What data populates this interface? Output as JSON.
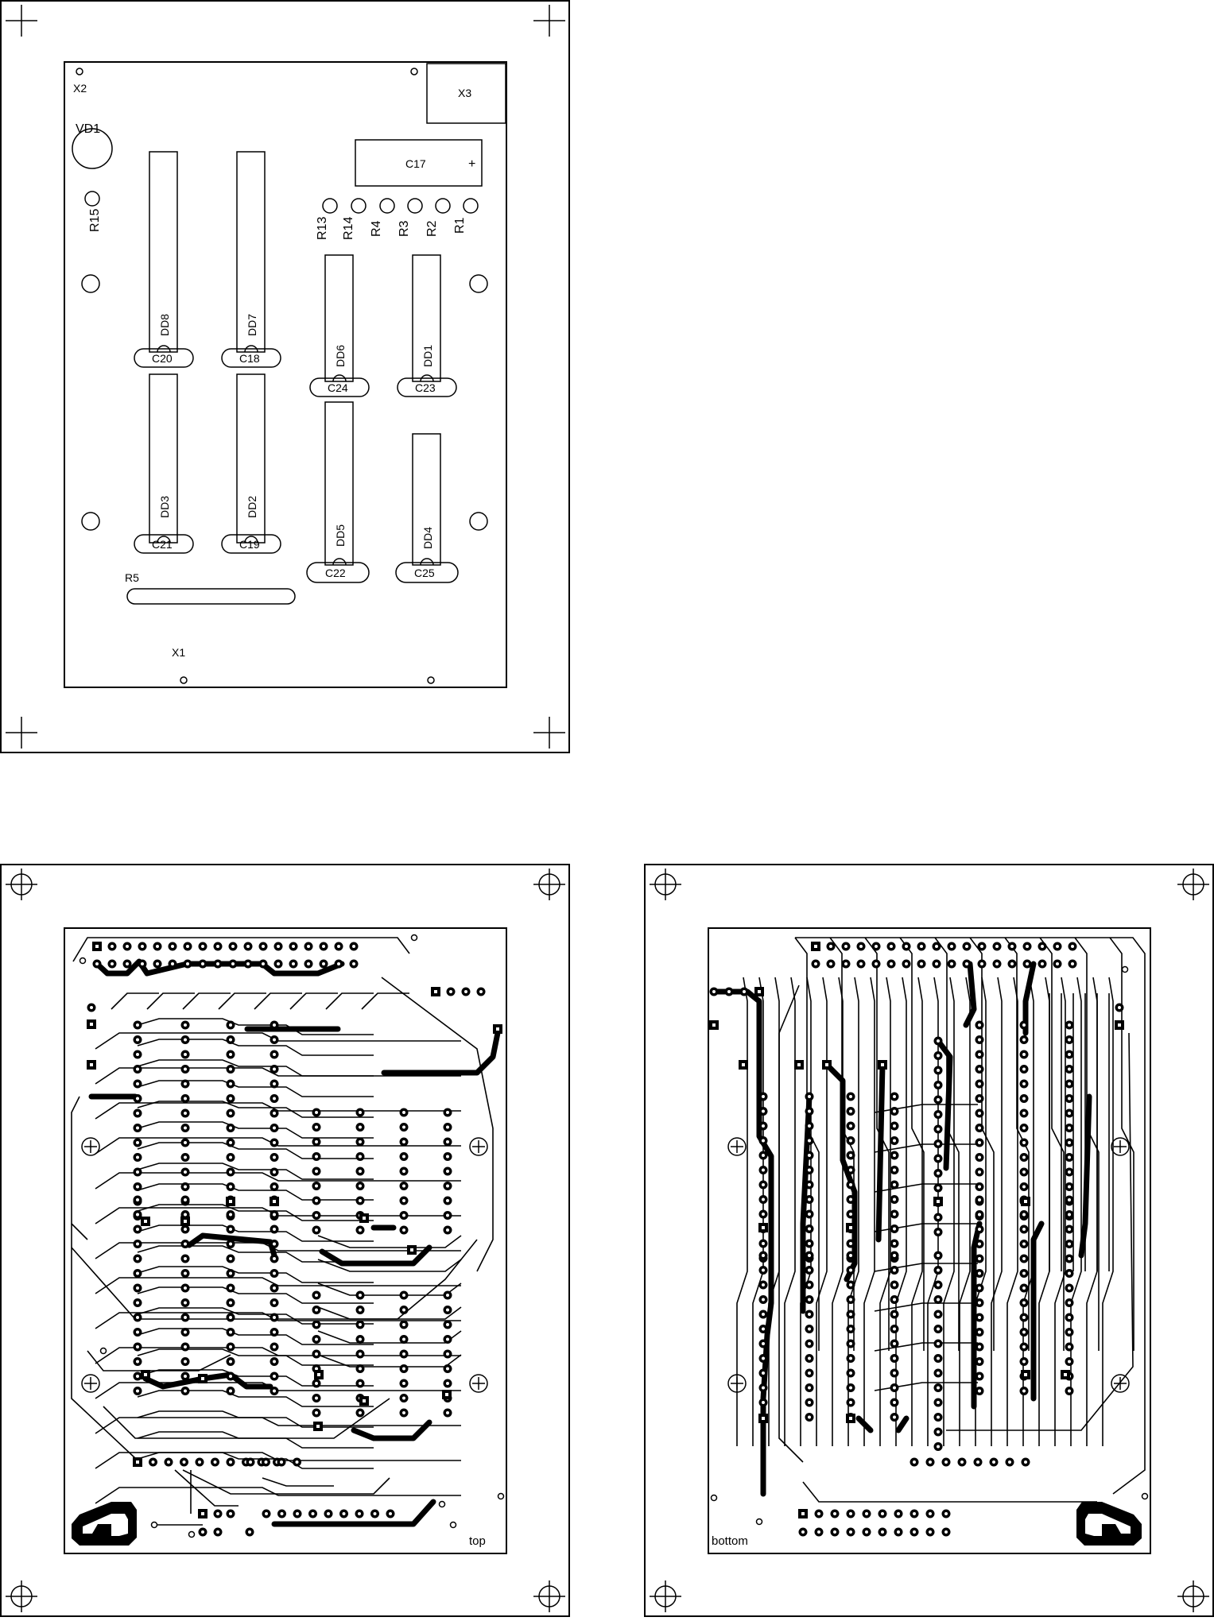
{
  "assembly": {
    "labels": {
      "X2": "X2",
      "X3": "X3",
      "VD1": "VD1",
      "R15": "R15",
      "C17": "C17",
      "C17_pol": "+",
      "R13": "R13",
      "R14": "R14",
      "R4": "R4",
      "R3": "R3",
      "R2": "R2",
      "R1": "R1",
      "DD8": "DD8",
      "DD7": "DD7",
      "DD6": "DD6",
      "DD1": "DD1",
      "C20": "C20",
      "C18": "C18",
      "C24": "C24",
      "C23": "C23",
      "DD3": "DD3",
      "DD2": "DD2",
      "DD5": "DD5",
      "DD4": "DD4",
      "C21": "C21",
      "C19": "C19",
      "C22": "C22",
      "C25": "C25",
      "R5": "R5",
      "X1": "X1"
    }
  },
  "top_layer": {
    "label": "top"
  },
  "bottom_layer": {
    "label": "bottom"
  },
  "colors": {
    "ink": "#000000",
    "paper": "#ffffff"
  }
}
